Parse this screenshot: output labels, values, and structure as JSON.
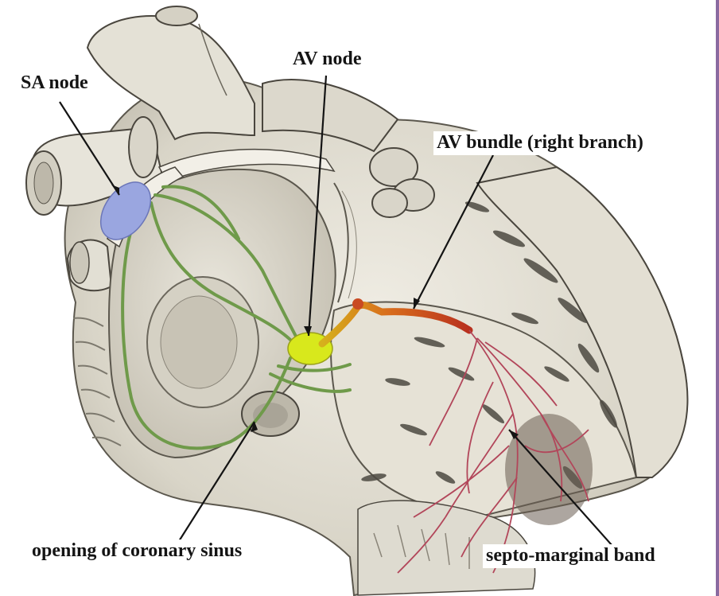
{
  "labels": {
    "sa_node": "SA node",
    "av_node": "AV node",
    "av_bundle": "AV bundle (right branch)",
    "coronary_sinus": "opening of coronary sinus",
    "septo_marginal": "septo-marginal band"
  },
  "colors": {
    "tissue": "#e6e2d6",
    "tissue_shadow": "#a9a497",
    "outline": "#4a463e",
    "sa_node": "#9aa6e0",
    "conduction_path": "#6f9a4a",
    "av_node": "#d8e81c",
    "av_bundle": "#c94a22",
    "purkinje": "#b2465a"
  }
}
